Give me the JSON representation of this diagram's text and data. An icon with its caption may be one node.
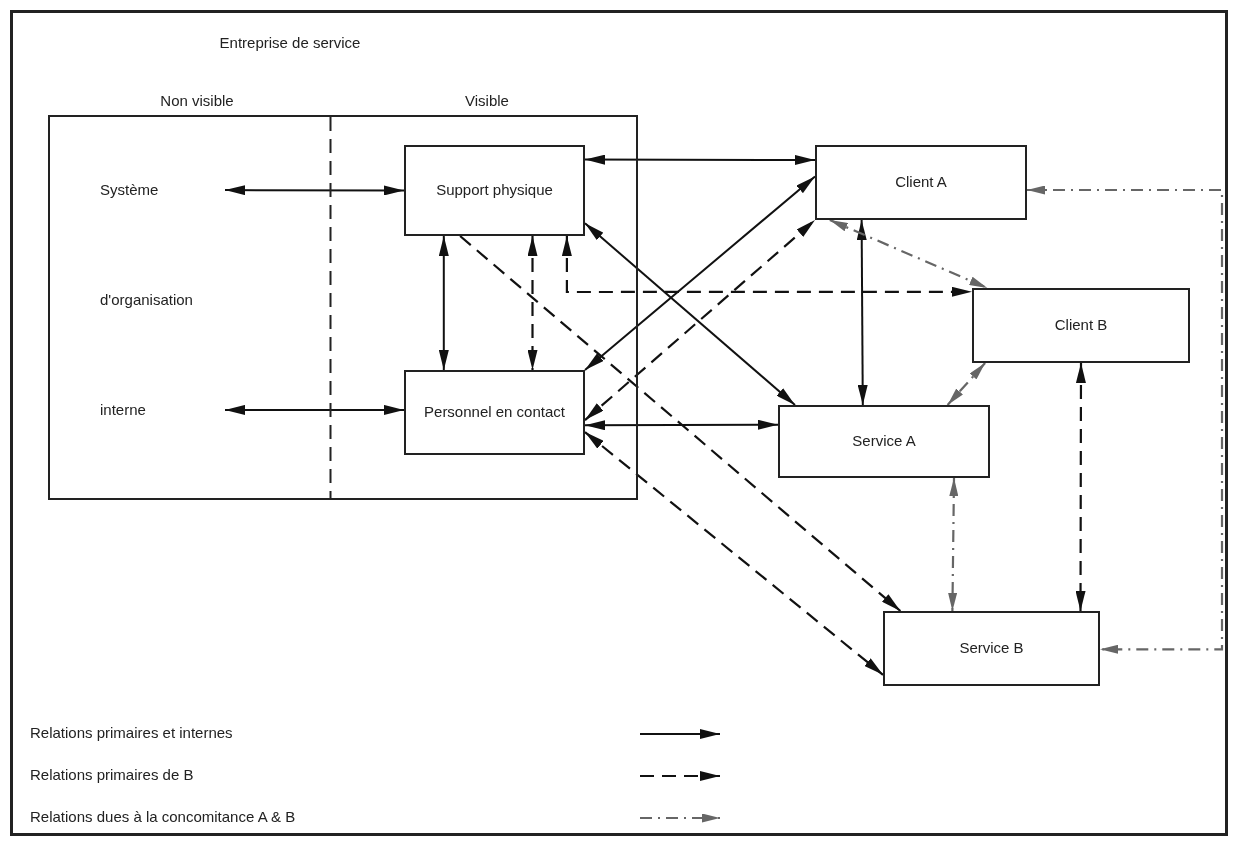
{
  "diagram": {
    "nodes": [
      {
        "text": [
          "Entreprise de service",
          "Non visible",
          "Visible"
        ]
      },
      {
        "text": [
          "Système d'organisation interne"
        ],
        "in": 0
      },
      {
        "text": [
          "Support physique"
        ],
        "in": 0
      },
      {
        "text": [
          "Personnel en contact"
        ],
        "in": 0
      },
      {
        "text": [
          "Client A"
        ]
      },
      {
        "text": [
          "Client B"
        ]
      },
      {
        "text": [
          "Service A"
        ]
      },
      {
        "text": [
          "Service B"
        ]
      }
    ],
    "edges": [
      {
        "from": 1,
        "to": 2,
        "arrow": "both"
      },
      {
        "from": 1,
        "to": 3,
        "arrow": "both"
      },
      {
        "from": 2,
        "to": 3,
        "arrow": "both"
      },
      {
        "from": 2,
        "to": 4,
        "arrow": "both"
      },
      {
        "from": 2,
        "to": 6,
        "arrow": "both"
      },
      {
        "from": 3,
        "to": 4,
        "arrow": "both"
      },
      {
        "from": 3,
        "to": 6,
        "arrow": "both"
      },
      {
        "from": 4,
        "to": 6,
        "arrow": "both"
      },
      {
        "from": 2,
        "to": 3,
        "arrow": "both",
        "style": "dashed"
      },
      {
        "from": 2,
        "to": 5,
        "arrow": "both",
        "style": "dashed"
      },
      {
        "from": 3,
        "to": 4,
        "arrow": "both",
        "style": "dashed"
      },
      {
        "from": 2,
        "to": 7,
        "arrow": "to",
        "style": "dashed"
      },
      {
        "from": 3,
        "to": 7,
        "arrow": "both",
        "style": "dashed"
      },
      {
        "from": 5,
        "to": 7,
        "arrow": "both",
        "style": "dashed"
      },
      {
        "from": 4,
        "to": 5,
        "arrow": "both",
        "style": "dashed",
        "color": "#666666"
      },
      {
        "from": 5,
        "to": 6,
        "arrow": "both",
        "style": "dashed",
        "color": "#666666"
      },
      {
        "from": 6,
        "to": 7,
        "arrow": "both",
        "style": "dashed",
        "color": "#666666"
      },
      {
        "from": 4,
        "to": 7,
        "arrow": "both",
        "style": "dashed",
        "color": "#666666"
      }
    ],
    "legend": [
      {
        "text": "Relations primaires et internes"
      },
      {
        "text": "Relations primaires de B"
      },
      {
        "text": "Relations dues à la concomitance A & B"
      }
    ]
  }
}
